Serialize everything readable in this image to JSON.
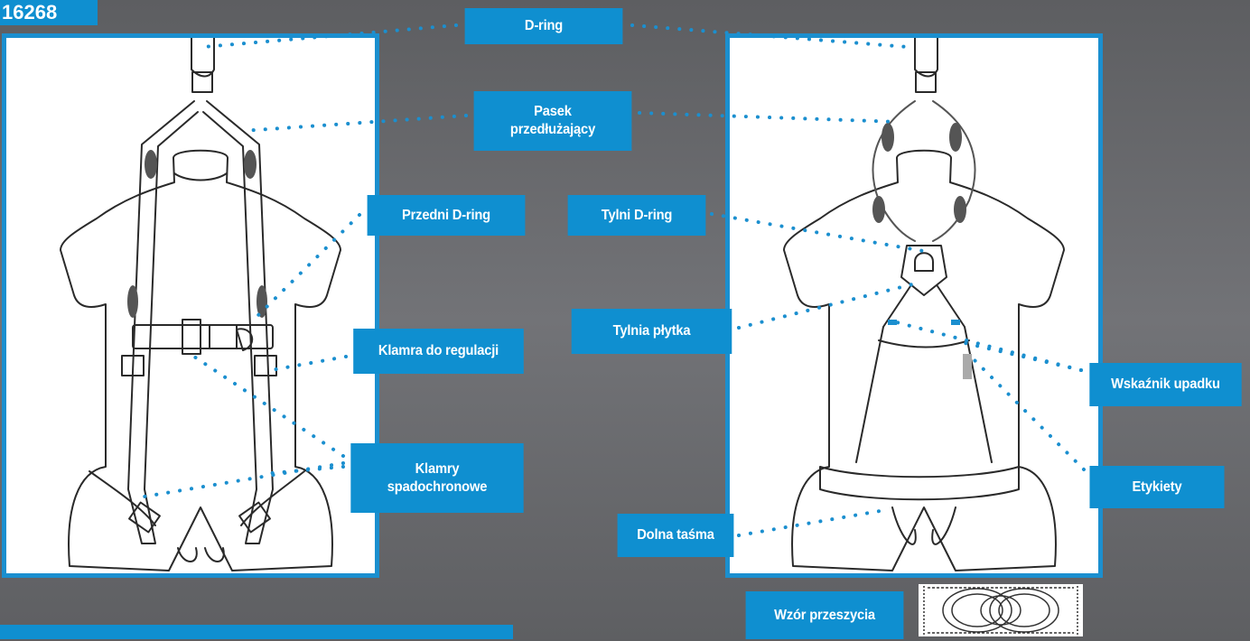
{
  "header": {
    "code_text": "16268"
  },
  "labels": {
    "d_ring": "D-ring",
    "extension_strap": "Pasek\nprzedłużający",
    "front_d_ring": "Przedni D-ring",
    "rear_d_ring": "Tylni D-ring",
    "adjust_buckle": "Klamra do regulacji",
    "back_plate": "Tylnia płytka",
    "parachute_buckles": "Klamry\nspadochronowe",
    "fall_indicator": "Wskaźnik upadku",
    "labels_tag": "Etykiety",
    "bottom_strap": "Dolna taśma",
    "stitch_pattern": "Wzór przeszycia"
  },
  "colors": {
    "accent": "#0f8fd0",
    "panel_border": "#1b8fcf",
    "background": "#67686b",
    "line_art": "#2a2a2a"
  }
}
